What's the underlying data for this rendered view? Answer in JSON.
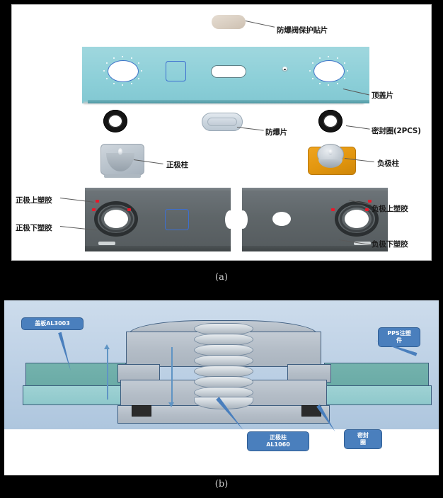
{
  "figure": {
    "captions": {
      "a": "(a)",
      "b": "(b)"
    }
  },
  "panel_a": {
    "name": "exploded-view-of-battery-cap-assembly",
    "labels": {
      "valve_sticker": "防爆阀保护贴片",
      "top_cover": "顶盖片",
      "burst_disc": "防爆片",
      "seal_ring": "密封圈(2PCS)",
      "positive_post": "正极柱",
      "negative_post": "负极柱",
      "positive_upper_plastic": "正极上塑胶",
      "positive_lower_plastic": "正极下塑胶",
      "negative_upper_plastic": "负极上塑胶",
      "negative_lower_plastic": "负极下塑胶"
    }
  },
  "panel_b": {
    "name": "cross-section-of-terminal-seal",
    "callouts": {
      "cover_plate": "盖板AL3003",
      "pps_part": "PPS注塑\n件",
      "positive_post": "正极柱\nAL1060",
      "seal_ring": "密封\n圈"
    }
  },
  "colors": {
    "background": "#000000",
    "panel": "#ffffff",
    "cover_plate_cyan": "#8ccfd8",
    "negative_base_orange": "#e2960f",
    "plastic_gray": "#5f6669",
    "callout_blue": "#4a7fbd",
    "sky_blue": "#bfd2e6",
    "metal_gray": "#b4bdc7",
    "green_plate": "#6aaba6",
    "marker_red": "#e8192a",
    "outline_blue": "#3d6fd0"
  }
}
